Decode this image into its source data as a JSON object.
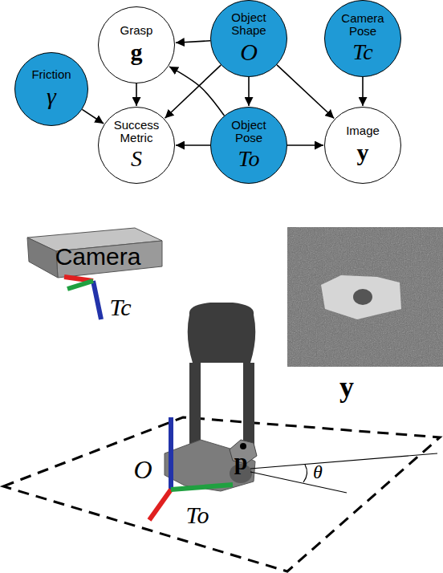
{
  "diagram": {
    "nodes": [
      {
        "text": [
          "Grasp",
          "g"
        ]
      },
      {
        "text": [
          "Object Shape",
          "O"
        ]
      },
      {
        "text": [
          "Camera Pose",
          "Tc"
        ]
      },
      {
        "text": [
          "Friction",
          "γ"
        ]
      },
      {
        "text": [
          "Success Metric",
          "S"
        ]
      },
      {
        "text": [
          "Object Pose",
          "To"
        ]
      },
      {
        "text": [
          "Image",
          "y"
        ]
      }
    ],
    "edges": [
      {
        "from": 1,
        "to": 0,
        "arrow": "to"
      },
      {
        "from": 0,
        "to": 4,
        "arrow": "to"
      },
      {
        "from": 3,
        "to": 4,
        "arrow": "to"
      },
      {
        "from": 1,
        "to": 4,
        "arrow": "to"
      },
      {
        "from": 1,
        "to": 5,
        "arrow": "to"
      },
      {
        "from": 1,
        "to": 6,
        "arrow": "to"
      },
      {
        "from": 2,
        "to": 6,
        "arrow": "to"
      },
      {
        "from": 5,
        "to": 4,
        "arrow": "to"
      },
      {
        "from": 5,
        "to": 6,
        "arrow": "to"
      },
      {
        "from": 5,
        "to": 0,
        "arrow": "to"
      }
    ],
    "labels": [
      "Camera",
      "Tc",
      "y",
      "O",
      "p",
      "θ",
      "To"
    ]
  }
}
